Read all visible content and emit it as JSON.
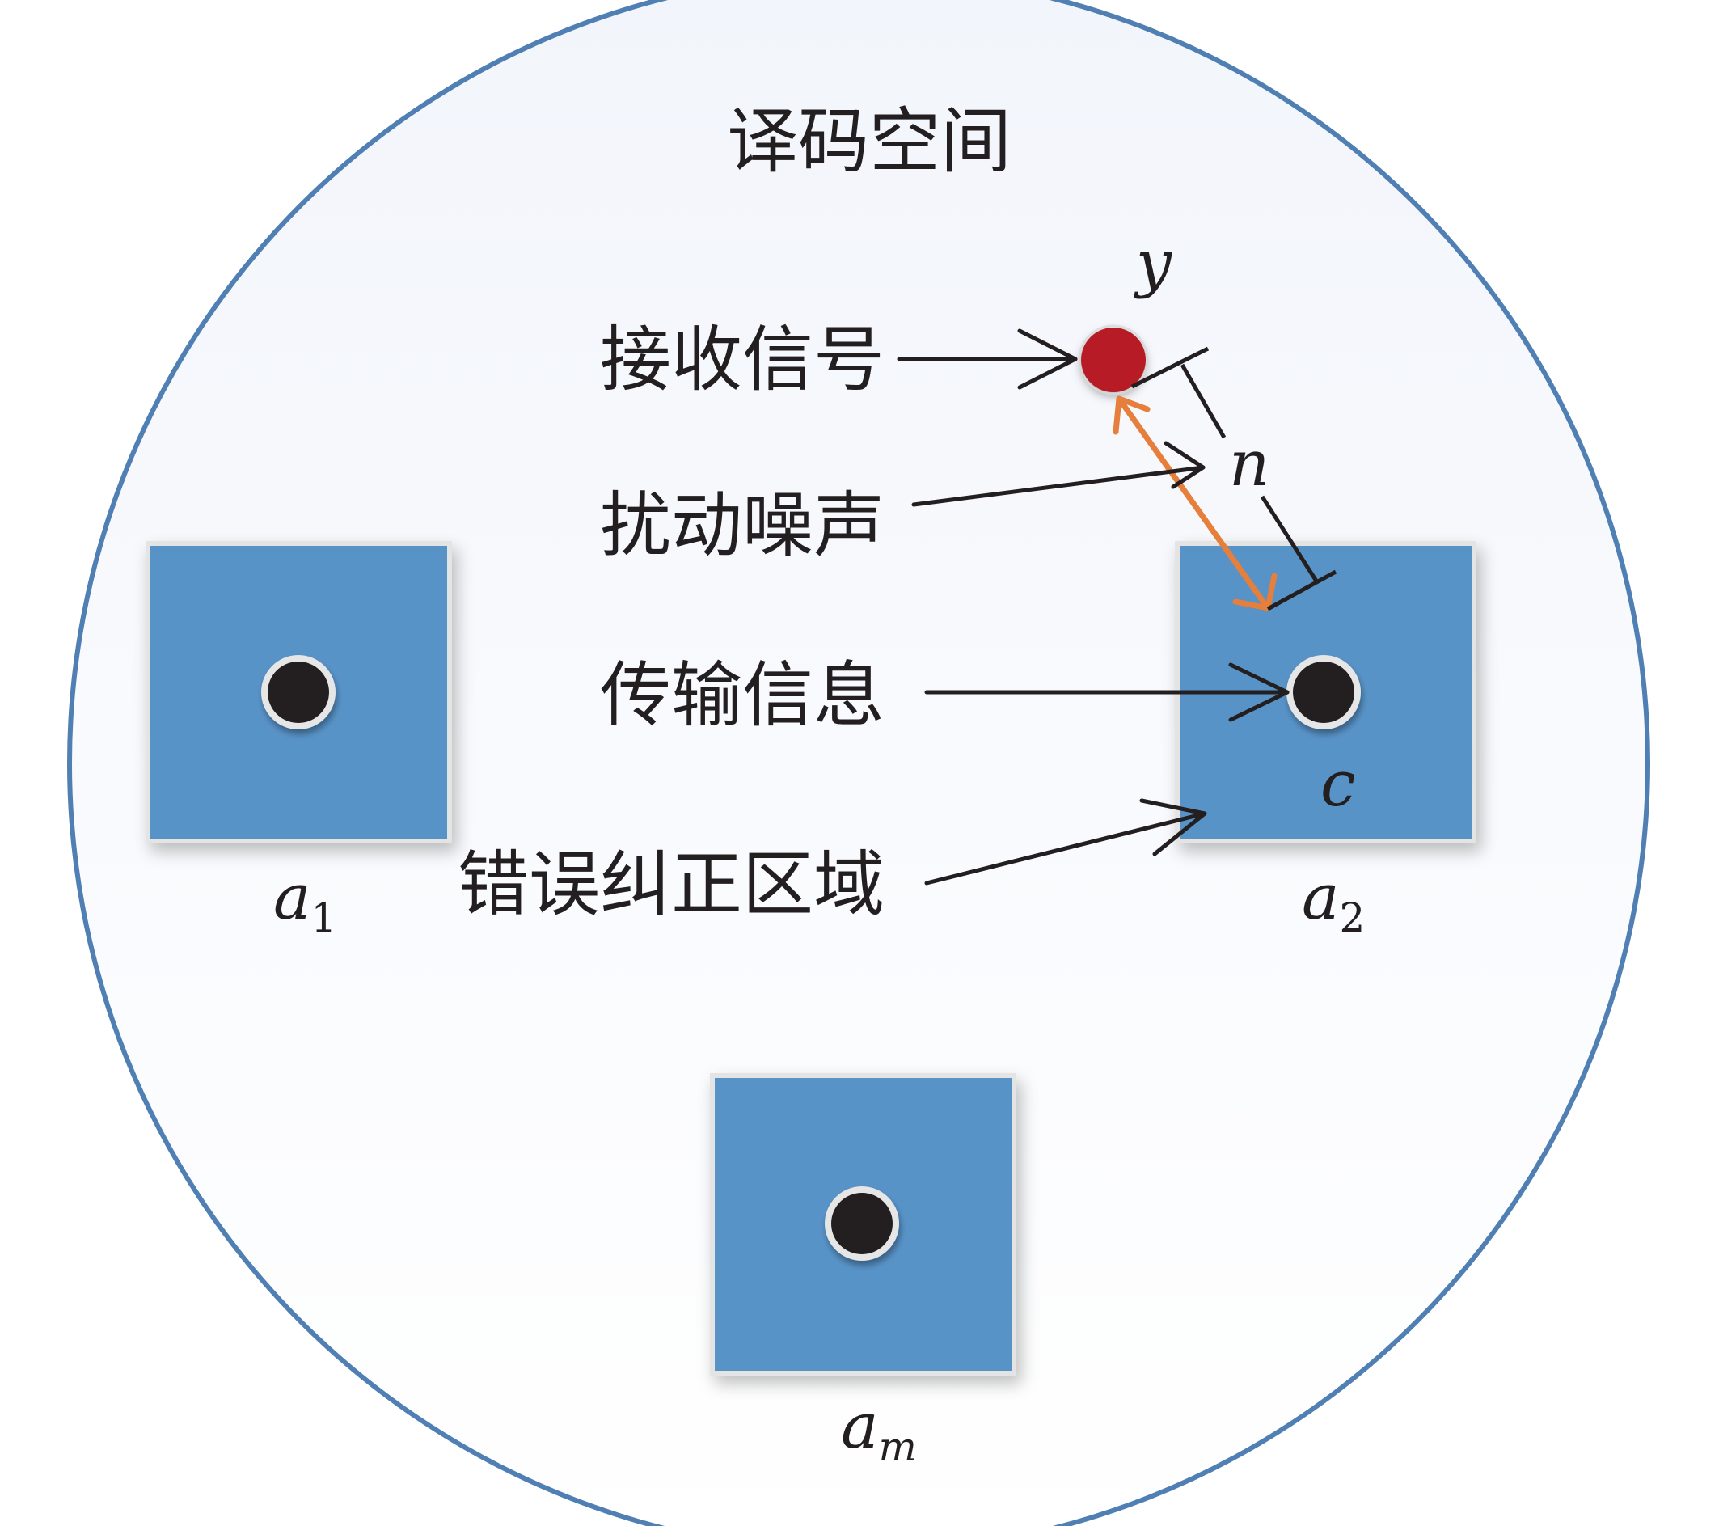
{
  "colors": {
    "circle_stroke": "#4f7fb3",
    "circle_fill_top": "#f2f5fb",
    "circle_fill_bottom": "#ffffff",
    "region_fill": "#5893c8",
    "region_border": "#e4e4e4",
    "codeword_dot": "#231f20",
    "received_dot": "#b71c25",
    "distance_arrow": "#e67e3c",
    "text": "#231f20"
  },
  "labels": {
    "space_title": "译码空间",
    "received_signal": "接收信号",
    "noise": "扰动噪声",
    "transmitted_info": "传输信息",
    "correction_region": "错误纠正区域"
  },
  "symbols": {
    "y": "y",
    "n": "n",
    "c": "c",
    "a1_base": "a",
    "a1_sub": "1",
    "a2_base": "a",
    "a2_sub": "2",
    "am_base": "a",
    "am_sub": "m"
  }
}
